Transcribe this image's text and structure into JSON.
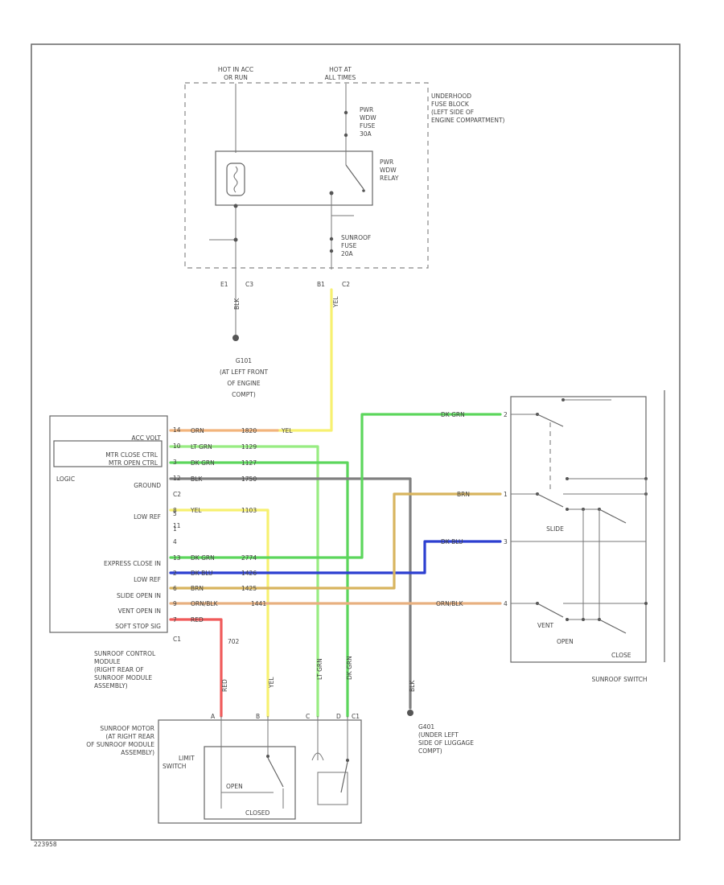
{
  "fuse_block": {
    "hot_in_acc": [
      "HOT IN ACC",
      "OR RUN"
    ],
    "hot_at_all_times": [
      "HOT AT",
      "ALL TIMES"
    ],
    "label": [
      "UNDERHOOD",
      "FUSE BLOCK",
      "(LEFT SIDE OF",
      "ENGINE COMPARTMENT)"
    ],
    "pwr_wdw_fuse": [
      "PWR",
      "WDW",
      "FUSE",
      "30A"
    ],
    "pwr_wdw_relay": [
      "PWR",
      "WDW",
      "RELAY"
    ],
    "sunroof_fuse": [
      "SUNROOF",
      "FUSE",
      "20A"
    ],
    "conn_e1": "E1",
    "conn_c3": "C3",
    "conn_b1": "B1",
    "conn_c2": "C2",
    "wire_blk": "BLK",
    "wire_yel": "YEL",
    "g101": "G101",
    "g101_loc": [
      "(AT LEFT FRONT",
      "OF ENGINE",
      "COMPT)"
    ]
  },
  "module": {
    "pins": [
      "14",
      "10",
      "3",
      "12",
      "8",
      "11",
      "4",
      "13",
      "2",
      "6",
      "9",
      "7",
      "5",
      "1"
    ],
    "row_labels": [
      "ACC VOLT",
      "MTR CLOSE CTRL",
      "MTR OPEN CTRL",
      "GROUND",
      "LOW REF",
      "EXPRESS CLOSE IN",
      "LOW REF",
      "SLIDE OPEN IN",
      "VENT OPEN IN",
      "SOFT STOP SIG"
    ],
    "logic": "LOGIC",
    "conn_c2": "C2",
    "conn_c1": "C1",
    "label": [
      "SUNROOF CONTROL",
      "MODULE",
      "(RIGHT REAR OF",
      "SUNROOF MODULE",
      "ASSEMBLY)"
    ]
  },
  "wires": {
    "orn": "ORN",
    "circuit_1820": "1820",
    "yel": "YEL",
    "lt_grn": "LT GRN",
    "circuit_1129": "1129",
    "dk_grn": "DK GRN",
    "circuit_1127": "1127",
    "blk": "BLK",
    "circuit_1750": "1750",
    "circuit_1103": "1103",
    "circuit_2774": "2774",
    "dk_blu": "DK BLU",
    "circuit_1426": "1426",
    "brn": "BRN",
    "circuit_1425": "1425",
    "orn_blk": "ORN/BLK",
    "circuit_1441": "1441",
    "red": "RED",
    "circuit_702": "702"
  },
  "switch": {
    "pins": [
      "2",
      "1",
      "3",
      "4"
    ],
    "slide": "SLIDE",
    "vent": "VENT",
    "open": "OPEN",
    "close": "CLOSE",
    "label": "SUNROOF SWITCH"
  },
  "motor": {
    "pins": [
      "A",
      "B",
      "C",
      "D"
    ],
    "conn_c1": "C1",
    "label": [
      "SUNROOF MOTOR",
      "(AT RIGHT REAR",
      "OF SUNROOF MODULE",
      "ASSEMBLY)"
    ],
    "limit_switch": [
      "LIMIT",
      "SWITCH"
    ],
    "open": "OPEN",
    "closed": "CLOSED"
  },
  "g401": "G401",
  "g401_loc": [
    "(UNDER LEFT",
    "SIDE OF LUGGAGE",
    "COMPT)"
  ],
  "footer_code": "223958",
  "colors": {
    "yellow": "#f7f070",
    "orange": "#f2b47c",
    "green": "#5cd65c",
    "lt_green": "#98ec82",
    "gray": "#808080",
    "tan": "#d8b45e",
    "blue": "#2c3fd0",
    "red": "#f05a5a",
    "peach": "#e8b080"
  }
}
